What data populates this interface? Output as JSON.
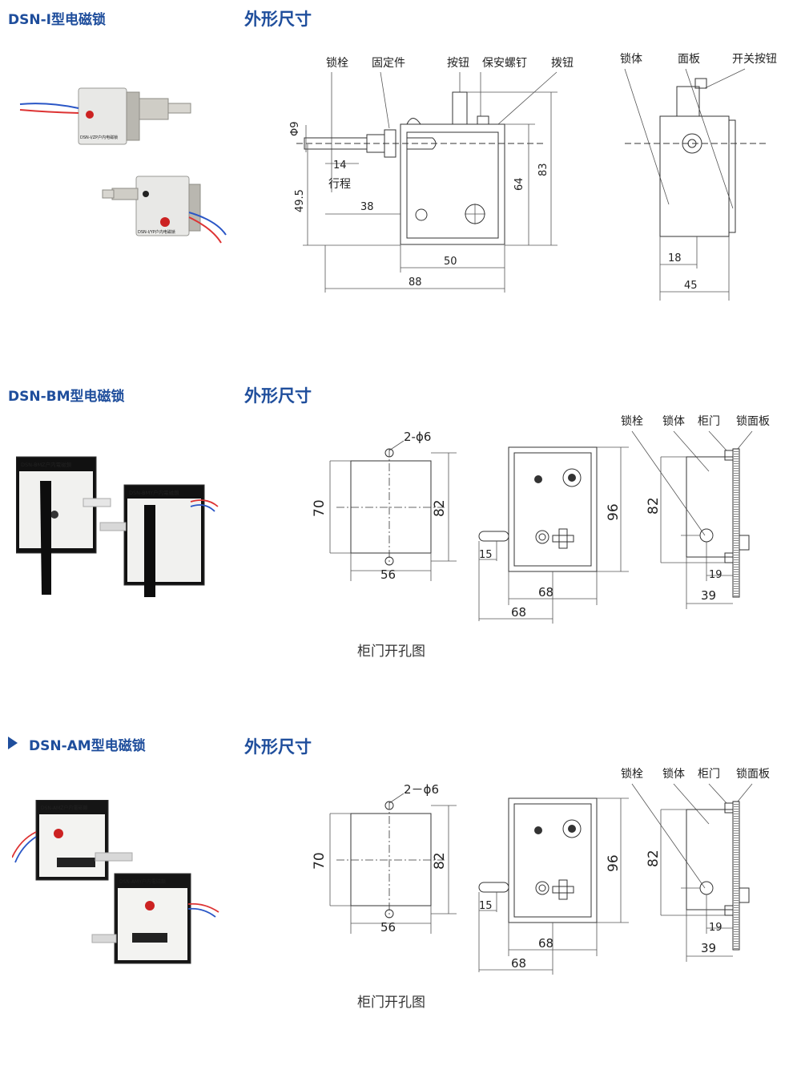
{
  "sections": [
    {
      "title": "DSN-Ⅰ型电磁锁",
      "heading": "外形尺寸",
      "side_labels": [
        "锁栓",
        "固定件",
        "按钮",
        "保安螺钉",
        "拨钮"
      ],
      "end_labels": [
        "锁体",
        "面板",
        "开关按钮"
      ],
      "dims": {
        "d_phi": "Φ9",
        "d_stroke_num": "14",
        "d_stroke_txt": "行程",
        "d_h": "49.5",
        "d_38": "38",
        "d_50": "50",
        "d_88": "88",
        "d_64": "64",
        "d_83": "83",
        "d_18": "18",
        "d_45": "45"
      },
      "device_text": [
        "DSN-Ⅰ/ZP户内电磁锁",
        "DSN-Ⅰ/YP户内电磁锁"
      ]
    },
    {
      "title": "DSN-BM型电磁锁",
      "heading": "外形尺寸",
      "cutout": {
        "holes": "2-ϕ6",
        "h70": "70",
        "h82": "82",
        "w56": "56"
      },
      "front": {
        "h96": "96",
        "d15": "15",
        "w68a": "68",
        "w68b": "68"
      },
      "side_labels": [
        "锁栓",
        "锁体",
        "柜门",
        "锁面板"
      ],
      "side": {
        "h82": "82",
        "d19": "19",
        "d39": "39"
      },
      "caption": "柜门开孔图",
      "device_text": [
        "DSN-BMZ户内電磁鎖",
        "DSN-BMY户内電磁鎖"
      ]
    },
    {
      "title": "DSN-AM型电磁锁",
      "heading": "外形尺寸",
      "cutout": {
        "holes": "2－ϕ6",
        "h70": "70",
        "h82": "82",
        "w56": "56"
      },
      "front": {
        "h96": "96",
        "d15": "15",
        "w68a": "68",
        "w68b": "68"
      },
      "side_labels": [
        "锁栓",
        "锁体",
        "柜门",
        "锁面板"
      ],
      "side": {
        "h82": "82",
        "d19": "19",
        "d39": "39"
      },
      "caption": "柜门开孔图",
      "device_text": [
        "DSN-AMZ户内電磁鎖",
        "DSN-AMY户内電磁鎖"
      ]
    }
  ],
  "colors": {
    "accent": "#1f4e9c",
    "line": "#333333"
  }
}
